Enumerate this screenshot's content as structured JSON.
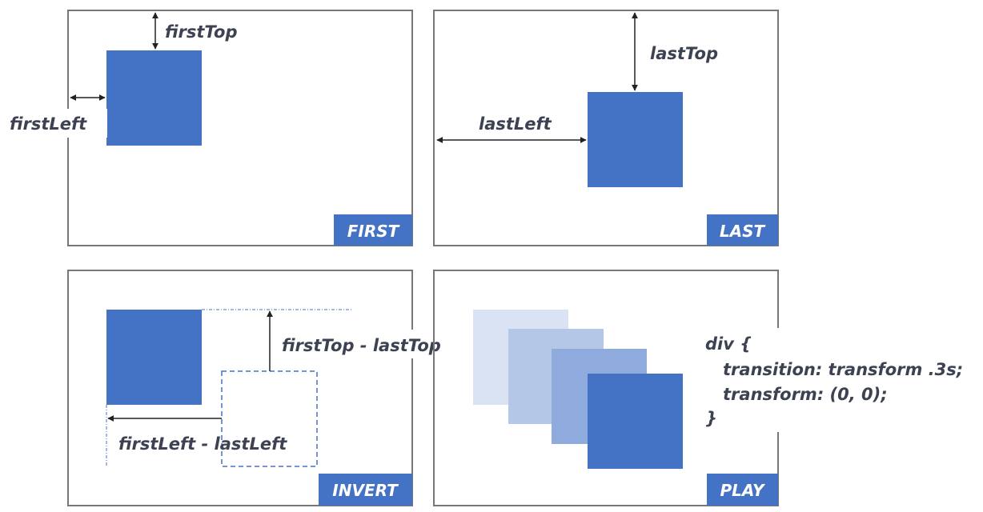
{
  "colors": {
    "square": "#4472c4",
    "frame": "#777777",
    "label": "#3d4252",
    "tag_bg": "#4472c4",
    "tag_text": "#ffffff",
    "ghost_1": "#dae3f3",
    "ghost_2": "#b4c7e7",
    "ghost_3": "#8faadc"
  },
  "panels": {
    "first": {
      "tag": "FIRST",
      "top_label": "firstTop",
      "left_label": "firstLeft"
    },
    "last": {
      "tag": "LAST",
      "top_label": "lastTop",
      "left_label": "lastLeft"
    },
    "invert": {
      "tag": "INVERT",
      "top_label": "firstTop - lastTop",
      "left_label": "firstLeft - lastLeft"
    },
    "play": {
      "tag": "PLAY",
      "code_lines": [
        "div {",
        "transition: transform .3s;",
        "transform: (0, 0);",
        "}"
      ]
    }
  }
}
